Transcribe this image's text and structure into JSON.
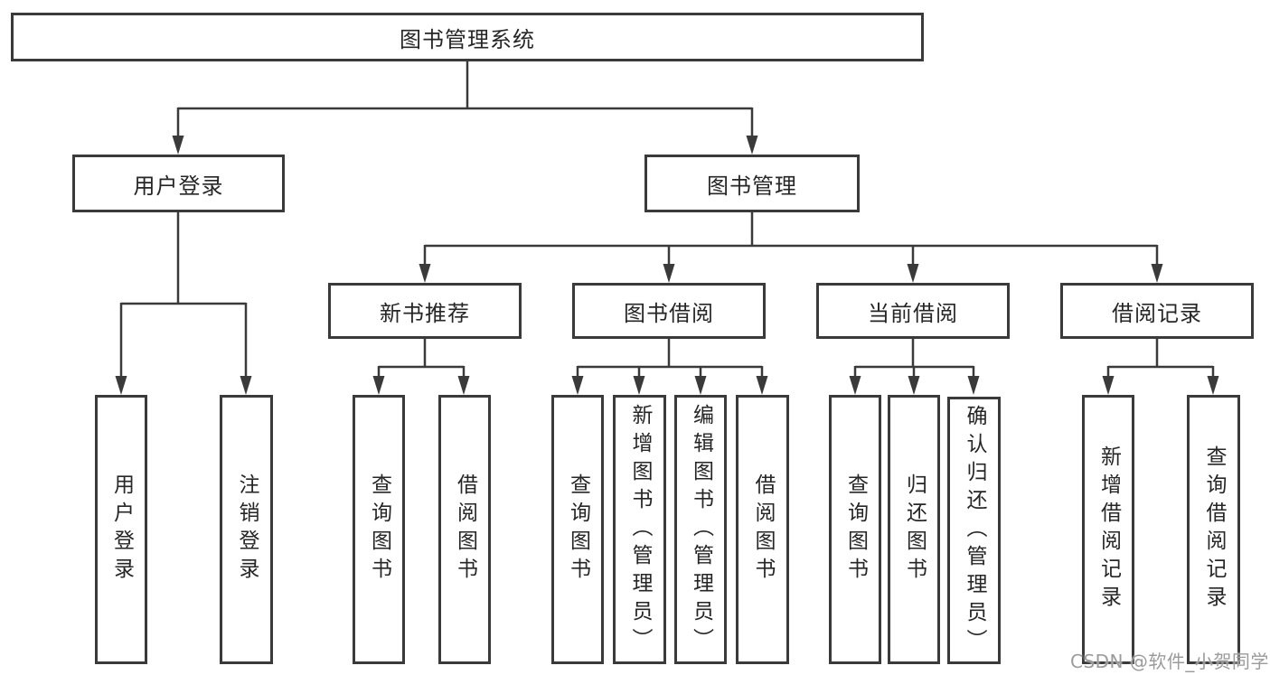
{
  "page": {
    "background": "#ffffff"
  },
  "colors": {
    "line": "#3a3a3a",
    "box_border": "#3a3a3a",
    "box_fill": "#ffffff",
    "text": "#262626",
    "watermark": "#9b9b9b"
  },
  "watermark": {
    "text": "CSDN @软件_小贺同学"
  },
  "tree": {
    "root": {
      "label": "图书管理系统",
      "children": [
        {
          "label": "用户登录",
          "children": [
            {
              "label": "用户登录"
            },
            {
              "label": "注销登录"
            }
          ]
        },
        {
          "label": "图书管理",
          "children": [
            {
              "label": "新书推荐",
              "children": [
                {
                  "label": "查询图书"
                },
                {
                  "label": "借阅图书"
                }
              ]
            },
            {
              "label": "图书借阅",
              "children": [
                {
                  "label": "查询图书"
                },
                {
                  "label": "新增图书（管理员）"
                },
                {
                  "label": "编辑图书（管理员）"
                },
                {
                  "label": "借阅图书"
                }
              ]
            },
            {
              "label": "当前借阅",
              "children": [
                {
                  "label": "查询图书"
                },
                {
                  "label": "归还图书"
                },
                {
                  "label": "确认归还（管理员）"
                }
              ]
            },
            {
              "label": "借阅记录",
              "children": [
                {
                  "label": "新增借阅记录"
                },
                {
                  "label": "查询借阅记录"
                }
              ]
            }
          ]
        }
      ]
    }
  }
}
